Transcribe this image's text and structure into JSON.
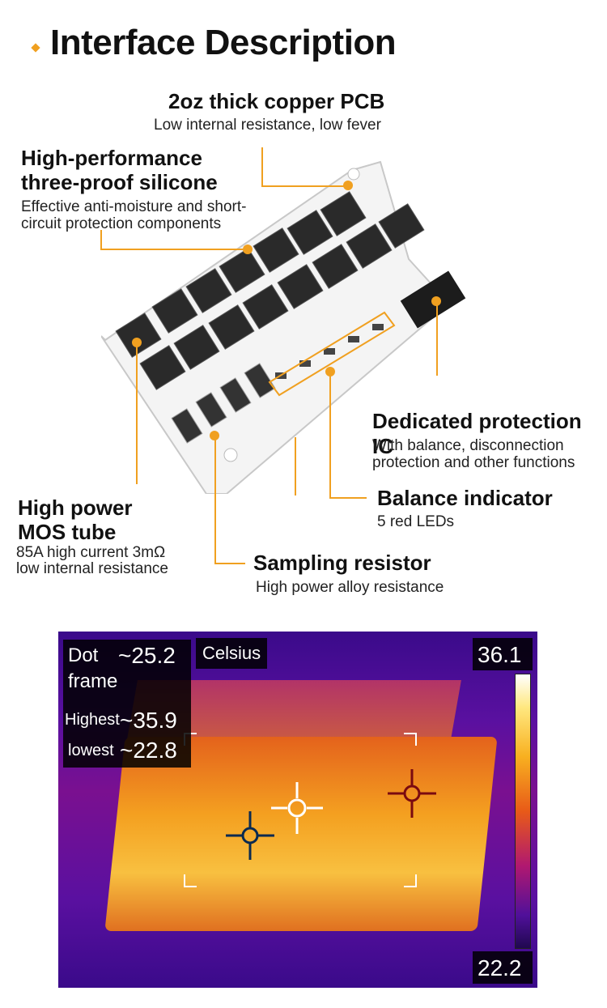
{
  "heading": "Interface Description",
  "labels": {
    "pcb": {
      "title": "2oz thick copper PCB",
      "sub": "Low internal resistance, low fever"
    },
    "silicone": {
      "title_1": "High-performance",
      "title_2": "three-proof silicone",
      "sub_1": "Effective anti-moisture and short-",
      "sub_2": "circuit protection components"
    },
    "ic": {
      "title": "Dedicated protection IC",
      "sub_1": "With balance, disconnection",
      "sub_2": "protection and other functions"
    },
    "balance": {
      "title": "Balance indicator",
      "sub": "5 red LEDs"
    },
    "mos": {
      "title_1": "High power",
      "title_2": "MOS tube",
      "sub_1": "85A high current 3mΩ",
      "sub_2": "low internal resistance"
    },
    "resistor": {
      "title": "Sampling resistor",
      "sub": "High power alloy resistance"
    }
  },
  "thermal": {
    "dot_label": "Dot",
    "dot_value": "~25.2",
    "unit": "Celsius",
    "frame_label": "frame",
    "highest_label": "Highest",
    "highest_value": "~35.9",
    "lowest_label": "lowest",
    "lowest_value": "~22.8",
    "scale_max": "36.1",
    "scale_min": "22.2"
  },
  "colors": {
    "accent": "#f0a020"
  }
}
